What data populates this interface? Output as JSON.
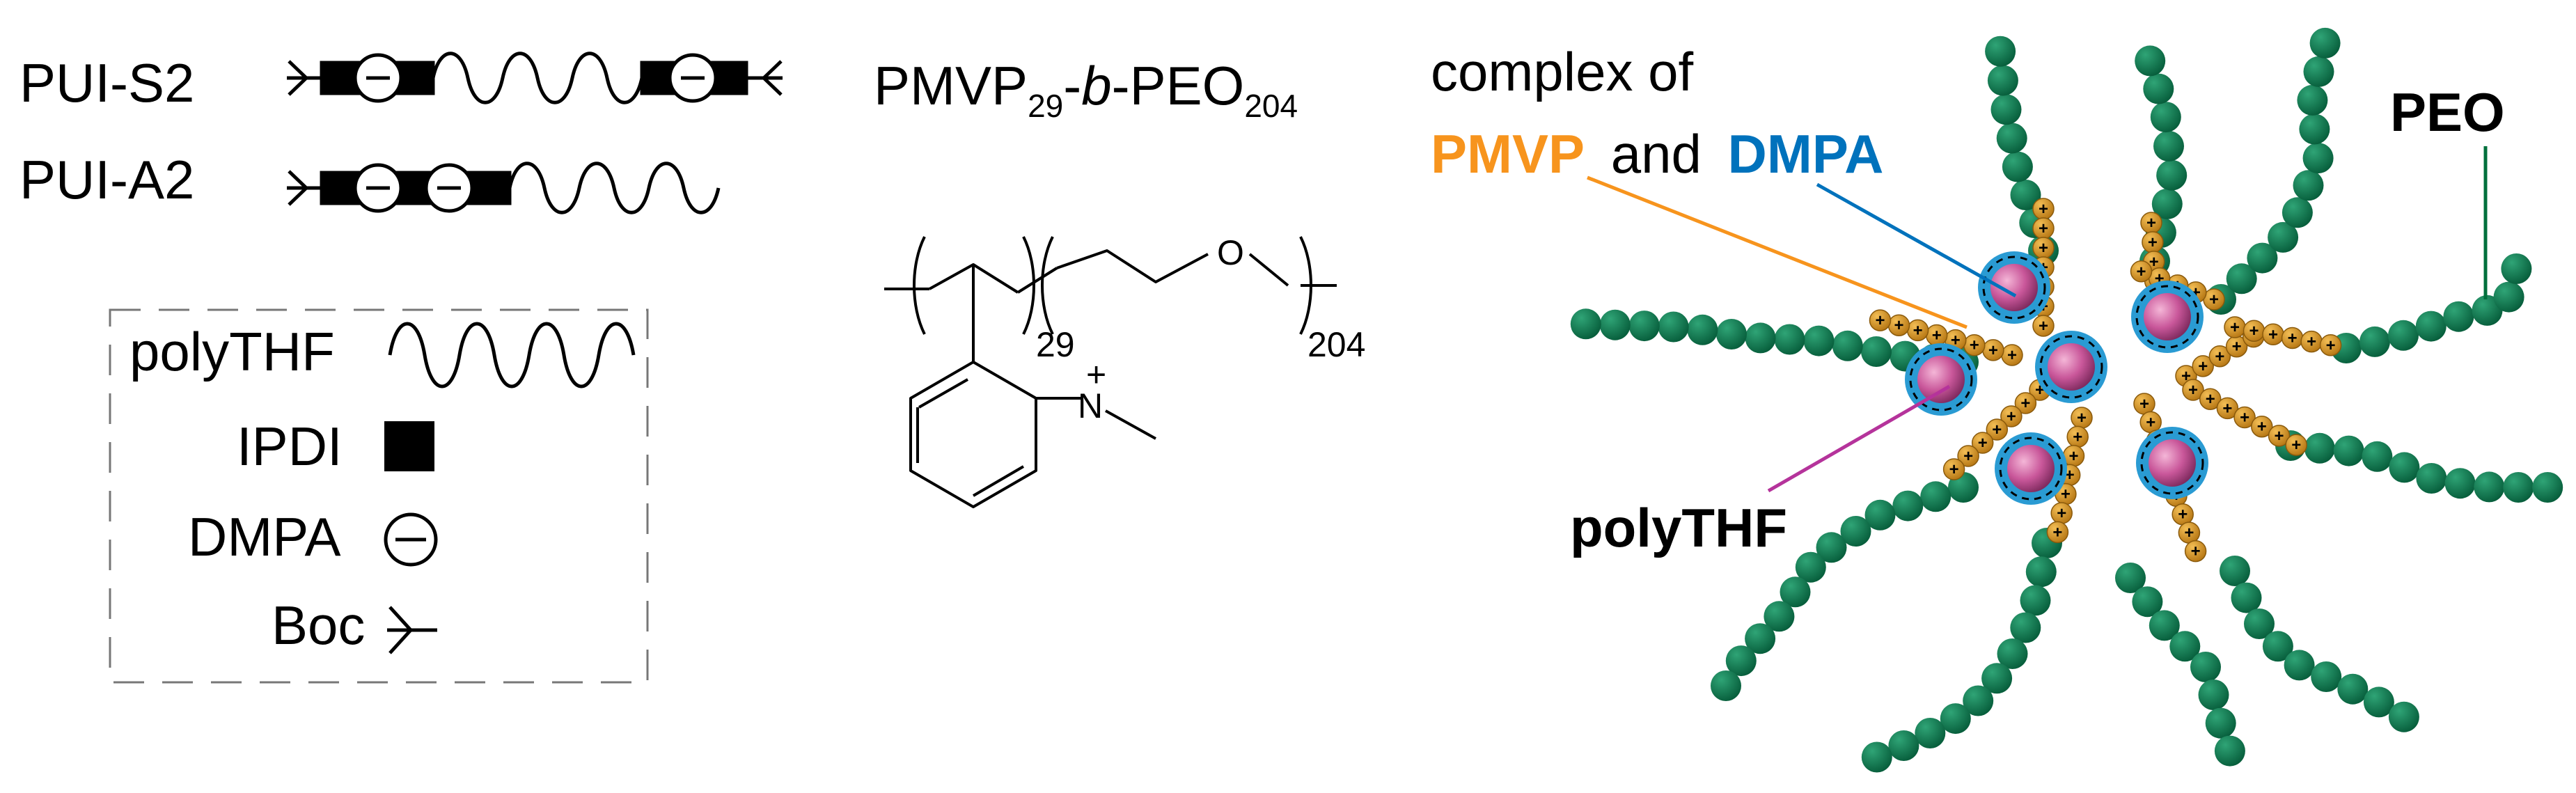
{
  "left": {
    "pui_s2": "PUI-S2",
    "pui_a2": "PUI-A2",
    "legend": {
      "polythf": "polyTHF",
      "ipdi": "IPDI",
      "dmpa": "DMPA",
      "boc": "Boc"
    }
  },
  "middle": {
    "title_main": "PMVP",
    "title_sub1": "29",
    "title_dash1": "-",
    "title_b": "b",
    "title_dash2": "-PEO",
    "title_sub2": "204",
    "repeat_1": "29",
    "repeat_2": "204",
    "oxygen": "O",
    "nitrogen": "N",
    "charge": "+"
  },
  "right": {
    "complex_line1": "complex of",
    "pmvp": "PMVP",
    "and": "and",
    "dmpa": "DMPA",
    "peo": "PEO",
    "polythf": "polyTHF"
  },
  "colors": {
    "pmvp_orange": "#F7941D",
    "dmpa_blue": "#0072BC",
    "peo_green": "#00703C",
    "polythf_magenta": "#B5339B",
    "bead_orange": "#D9961F",
    "bead_green": "#0E7A52",
    "core_pink": "#C9579A",
    "core_ring": "#2A9BD3"
  }
}
